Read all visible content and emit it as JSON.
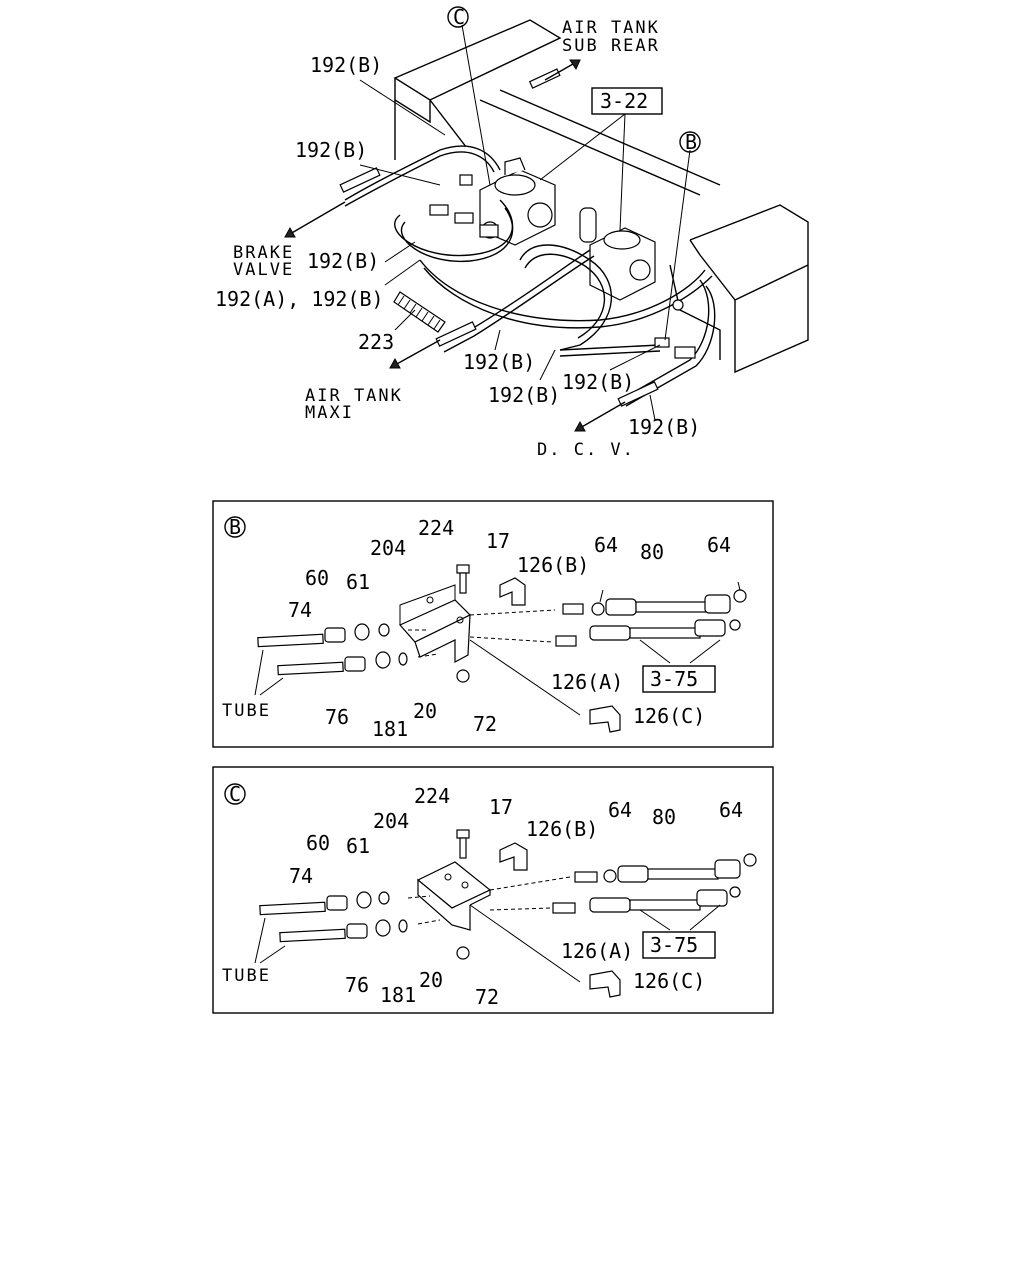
{
  "top_view": {
    "labels": {
      "air_tank_sub_rear_1": "AIR TANK",
      "air_tank_sub_rear_2": "SUB REAR",
      "brake_valve_1": "BRAKE",
      "brake_valve_2": "VALVE",
      "air_tank_maxi_1": "AIR TANK",
      "air_tank_maxi_2": "MAXI",
      "dcv": "D. C. V.",
      "ref_3_22": "3-22",
      "callout_c": "C",
      "callout_b": "B",
      "p192b_1": "192(B)",
      "p192b_2": "192(B)",
      "p192b_3": "192(B)",
      "p192ab": "192(A), 192(B)",
      "p223": "223",
      "p192b_4": "192(B)",
      "p192b_5": "192(B)",
      "p192b_6": "192(B)",
      "p192b_7": "192(B)"
    }
  },
  "detail_b": {
    "tag": "B",
    "labels": {
      "p224": "224",
      "p204": "204",
      "p17": "17",
      "p126b": "126(B)",
      "p64a": "64",
      "p80": "80",
      "p64b": "64",
      "p60": "60",
      "p61": "61",
      "p74": "74",
      "p126a": "126(A)",
      "ref_3_75": "3-75",
      "tube": "TUBE",
      "p76": "76",
      "p181": "181",
      "p20": "20",
      "p72": "72",
      "p126c": "126(C)"
    }
  },
  "detail_c": {
    "tag": "C",
    "labels": {
      "p224": "224",
      "p204": "204",
      "p17": "17",
      "p126b": "126(B)",
      "p64a": "64",
      "p80": "80",
      "p64b": "64",
      "p60": "60",
      "p61": "61",
      "p74": "74",
      "p126a": "126(A)",
      "ref_3_75": "3-75",
      "tube": "TUBE",
      "p76": "76",
      "p181": "181",
      "p20": "20",
      "p72": "72",
      "p126c": "126(C)"
    }
  }
}
